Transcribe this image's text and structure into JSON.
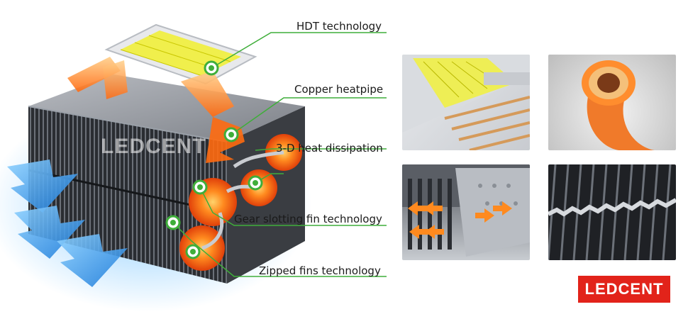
{
  "labels": {
    "hdt": "HDT technology",
    "heatpipe": "Copper heatpipe",
    "heat_3d": "3-D heat dissipation",
    "gear": "Gear slotting fin technology",
    "zipped": "Zipped fins technology"
  },
  "brand": {
    "watermark": "LEDCENT",
    "logo": "LEDCENT",
    "logo_color": "#e2231a"
  },
  "colors": {
    "accent_green": "#3fae3a",
    "flame_orange": "#ff7a1a",
    "airflow_blue": "#2b9bf0"
  }
}
